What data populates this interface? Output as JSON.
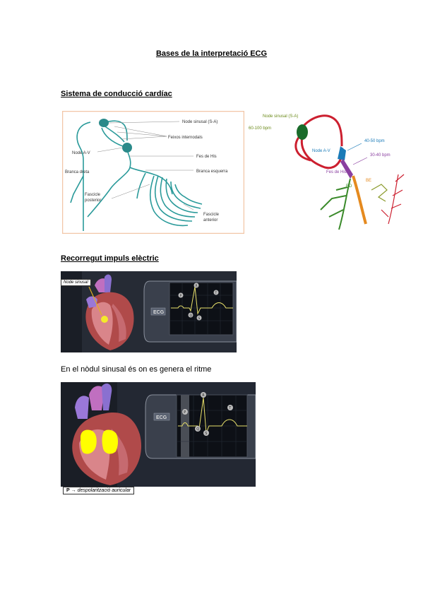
{
  "document": {
    "title": "Bases de la interpretació ECG",
    "section1_heading": "Sistema de conducció cardíac",
    "section2_heading": "Recorregut impuls elèctric",
    "paragraph1": "En el nòdul sinusal és on es genera el ritme"
  },
  "figure1": {
    "labels": {
      "node_sa": "Node sinusal (S-A)",
      "feixos": "Feixos internodals",
      "node_av": "Node A-V",
      "fes_his": "Fes de His",
      "branca_dreta": "Branca dreta",
      "branca_esquerra": "Branca esquerra",
      "fascicle_posterior_1": "Fascicle",
      "fascicle_posterior_2": "posterior",
      "fascicle_anterior_1": "Fascicle",
      "fascicle_anterior_2": "anterior"
    },
    "colors": {
      "frame": "#f2c6a7",
      "pathway": "#2a9a9a"
    }
  },
  "figure2": {
    "labels": {
      "node_sa": "Node sinusal (S-A)",
      "sa_rate": "60-100 bpm",
      "node_av": "Node A-V",
      "av_rate": "40-50 bpm",
      "his_rate": "30-40 bpm",
      "fes_his": "Fes de His",
      "bd": "BD",
      "be": "BE"
    },
    "colors": {
      "sa": "#1a6b2a",
      "av": "#1a7bb8",
      "his": "#8a3fa0",
      "be": "#e58a1f",
      "bd": "#3a8a2a",
      "vessels": "#cc1f2f"
    }
  },
  "figure3": {
    "callout": "Node sinusal",
    "ecg_label": "ECG",
    "wave_labels": [
      "P",
      "R",
      "T",
      "Q",
      "S"
    ]
  },
  "figure4": {
    "ecg_label": "ECG",
    "wave_labels": [
      "P",
      "R",
      "T",
      "Q",
      "S"
    ],
    "caption_prefix": "P",
    "caption_arrow": "→",
    "caption_text": "despolarització auricular"
  }
}
